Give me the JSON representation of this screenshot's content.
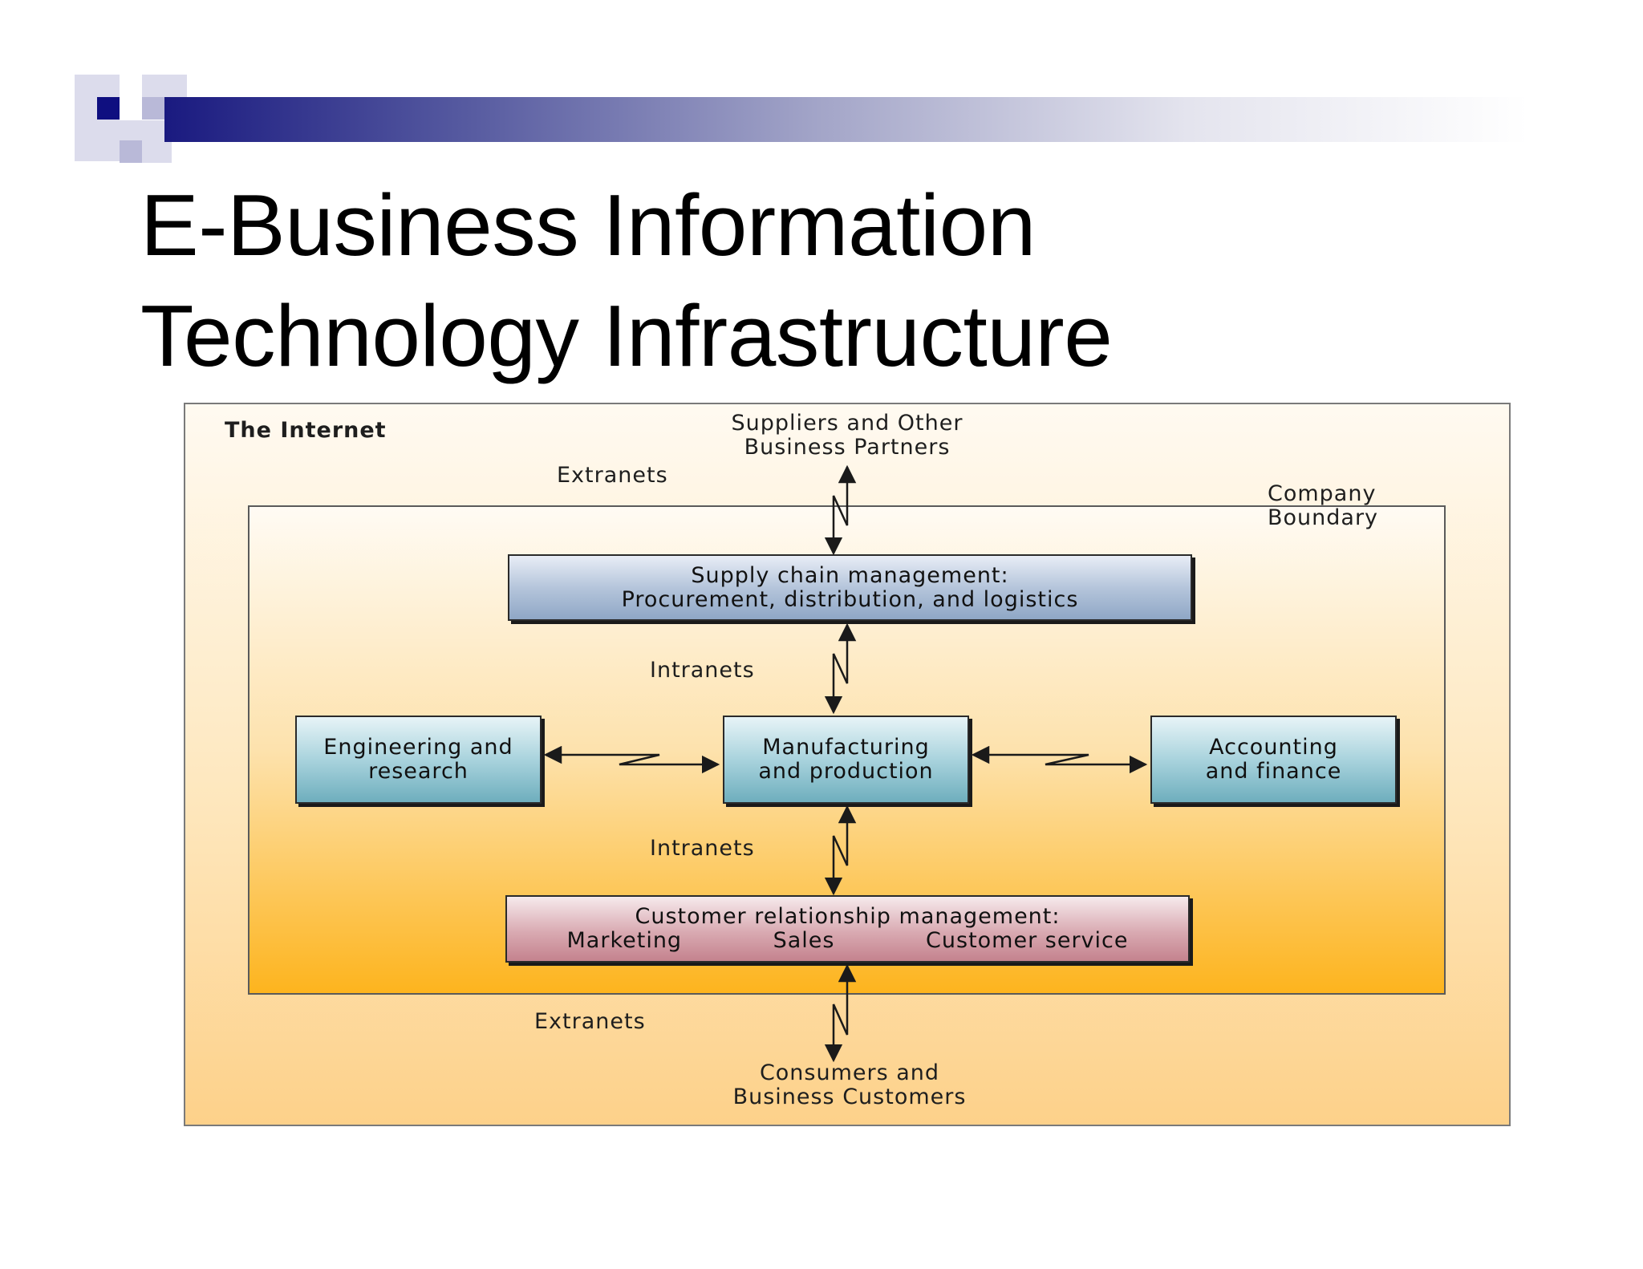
{
  "slide": {
    "title_line1": "E-Business Information",
    "title_line2": "Technology Infrastructure"
  },
  "diagram": {
    "internet_label": "The Internet",
    "company_boundary_line1": "Company",
    "company_boundary_line2": "Boundary",
    "suppliers_line1": "Suppliers and Other",
    "suppliers_line2": "Business Partners",
    "consumers_line1": "Consumers and",
    "consumers_line2": "Business Customers",
    "extranets_top": "Extranets",
    "extranets_bottom": "Extranets",
    "intranets_top": "Intranets",
    "intranets_bottom": "Intranets",
    "scm": {
      "line1": "Supply chain management:",
      "line2": "Procurement, distribution, and logistics"
    },
    "engineering": {
      "line1": "Engineering and",
      "line2": "research"
    },
    "manufacturing": {
      "line1": "Manufacturing",
      "line2": "and production"
    },
    "accounting": {
      "line1": "Accounting",
      "line2": "and finance"
    },
    "crm": {
      "line1": "Customer relationship management:",
      "marketing": "Marketing",
      "sales": "Sales",
      "service": "Customer service"
    }
  },
  "colors": {
    "header_bar_dark": "#1a1a80",
    "scm_box": "#8fa7c6",
    "dept_box": "#6eaebd",
    "crm_box": "#c4828e",
    "company_fill_bottom": "#fdb41e"
  }
}
